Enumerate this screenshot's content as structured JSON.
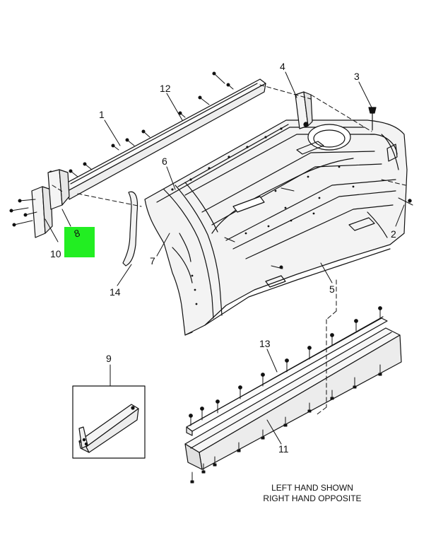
{
  "callouts": {
    "c1": "1",
    "c2": "2",
    "c3": "3",
    "c4": "4",
    "c5": "5",
    "c6": "6",
    "c7": "7",
    "c8": "8",
    "c9": "9",
    "c10": "10",
    "c11": "11",
    "c12": "12",
    "c13": "13",
    "c14": "14"
  },
  "note": {
    "line1": "LEFT HAND SHOWN",
    "line2": "RIGHT HAND OPPOSITE"
  },
  "colors": {
    "highlight": "#22ee22",
    "line": "#111111",
    "panel_fill": "#f3f3f3"
  }
}
